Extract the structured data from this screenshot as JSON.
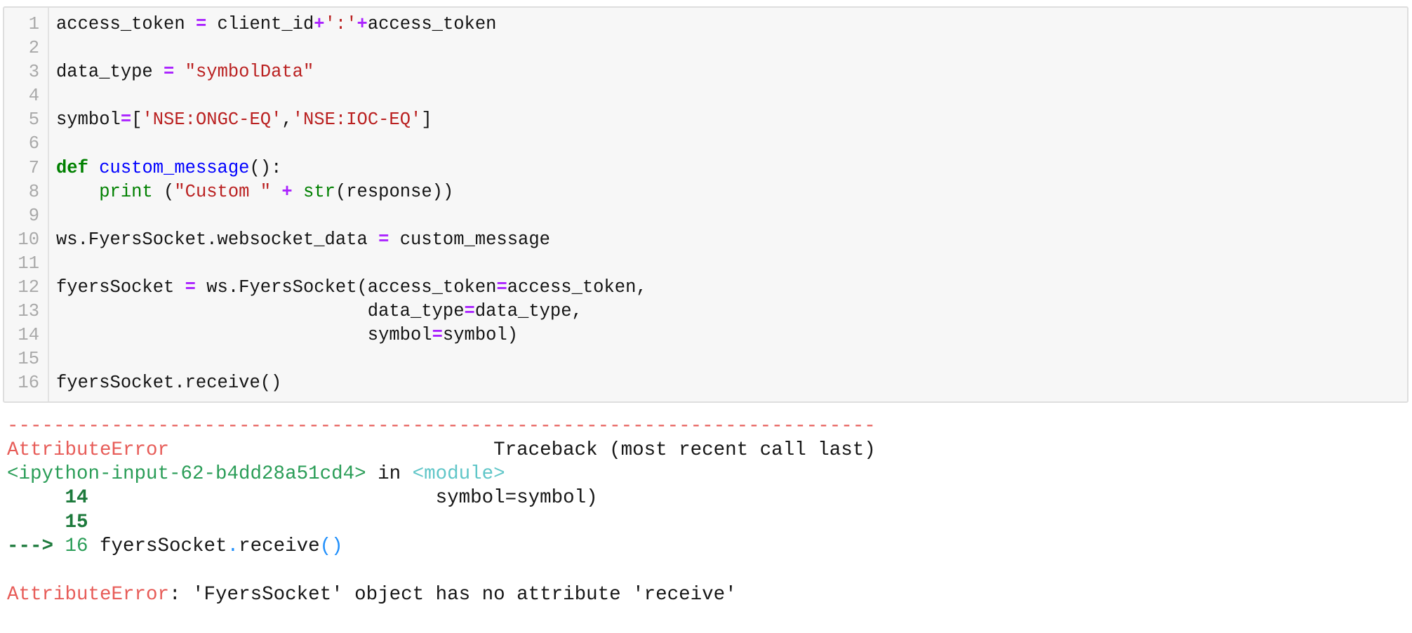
{
  "palette": {
    "cellBg": "#f7f7f7",
    "cellBorder": "#dedede",
    "gutterBorder": "#e3e3e3",
    "gutterText": "#a9a9a9",
    "codeText": "#141414",
    "op": "#aa22ff",
    "str": "#ba2121",
    "kw": "#008000",
    "fn": "#0000ff",
    "builtin": "#008000",
    "ansiRed": "#e75c58",
    "ansiGreen": "#2a9d57",
    "ansiGreenBold": "#1d7a3c",
    "ansiCyan": "#60c6c8",
    "ansiBlue": "#208ffb",
    "outputText": "#161616",
    "pageBg": "#ffffff"
  },
  "cell": {
    "lines": [
      {
        "n": "1",
        "segments": [
          [
            "plain",
            "access_token "
          ],
          [
            "op",
            "="
          ],
          [
            "plain",
            " client_id"
          ],
          [
            "op",
            "+"
          ],
          [
            "str",
            "':'"
          ],
          [
            "op",
            "+"
          ],
          [
            "plain",
            "access_token"
          ]
        ]
      },
      {
        "n": "2",
        "segments": []
      },
      {
        "n": "3",
        "segments": [
          [
            "plain",
            "data_type "
          ],
          [
            "op",
            "="
          ],
          [
            "plain",
            " "
          ],
          [
            "str",
            "\"symbolData\""
          ]
        ]
      },
      {
        "n": "4",
        "segments": []
      },
      {
        "n": "5",
        "segments": [
          [
            "plain",
            "symbol"
          ],
          [
            "op",
            "="
          ],
          [
            "plain",
            "["
          ],
          [
            "str",
            "'NSE:ONGC-EQ'"
          ],
          [
            "plain",
            ","
          ],
          [
            "str",
            "'NSE:IOC-EQ'"
          ],
          [
            "plain",
            "]"
          ]
        ]
      },
      {
        "n": "6",
        "segments": []
      },
      {
        "n": "7",
        "segments": [
          [
            "kw",
            "def"
          ],
          [
            "plain",
            " "
          ],
          [
            "fn",
            "custom_message"
          ],
          [
            "plain",
            "():"
          ]
        ]
      },
      {
        "n": "8",
        "segments": [
          [
            "plain",
            "    "
          ],
          [
            "builtin",
            "print"
          ],
          [
            "plain",
            " ("
          ],
          [
            "str",
            "\"Custom \""
          ],
          [
            "plain",
            " "
          ],
          [
            "op",
            "+"
          ],
          [
            "plain",
            " "
          ],
          [
            "builtin",
            "str"
          ],
          [
            "plain",
            "(response))"
          ]
        ]
      },
      {
        "n": "9",
        "segments": []
      },
      {
        "n": "10",
        "segments": [
          [
            "plain",
            "ws.FyersSocket.websocket_data "
          ],
          [
            "op",
            "="
          ],
          [
            "plain",
            " custom_message"
          ]
        ]
      },
      {
        "n": "11",
        "segments": []
      },
      {
        "n": "12",
        "segments": [
          [
            "plain",
            "fyersSocket "
          ],
          [
            "op",
            "="
          ],
          [
            "plain",
            " ws.FyersSocket(access_token"
          ],
          [
            "op",
            "="
          ],
          [
            "plain",
            "access_token,"
          ]
        ]
      },
      {
        "n": "13",
        "segments": [
          [
            "plain",
            "                             data_type"
          ],
          [
            "op",
            "="
          ],
          [
            "plain",
            "data_type,"
          ]
        ]
      },
      {
        "n": "14",
        "segments": [
          [
            "plain",
            "                             symbol"
          ],
          [
            "op",
            "="
          ],
          [
            "plain",
            "symbol)"
          ]
        ]
      },
      {
        "n": "15",
        "segments": []
      },
      {
        "n": "16",
        "segments": [
          [
            "plain",
            "fyersSocket.receive()"
          ]
        ]
      }
    ]
  },
  "output": {
    "lines": [
      {
        "segments": [
          [
            "red",
            "---------------------------------------------------------------------------"
          ]
        ]
      },
      {
        "segments": [
          [
            "red",
            "AttributeError"
          ],
          [
            "text",
            "                            Traceback (most recent call last)"
          ]
        ]
      },
      {
        "segments": [
          [
            "green",
            "<ipython-input-62-b4dd28a51cd4>"
          ],
          [
            "text",
            " in "
          ],
          [
            "cyan",
            "<module>"
          ]
        ]
      },
      {
        "segments": [
          [
            "greenb",
            "     14"
          ],
          [
            "text",
            "                              symbol=symbol)"
          ]
        ]
      },
      {
        "segments": [
          [
            "greenb",
            "     15"
          ],
          [
            "text",
            " "
          ]
        ]
      },
      {
        "segments": [
          [
            "greenb",
            "---> "
          ],
          [
            "green",
            "16"
          ],
          [
            "text",
            " fyersSocket"
          ],
          [
            "blue",
            "."
          ],
          [
            "text",
            "receive"
          ],
          [
            "blue",
            "()"
          ]
        ]
      },
      {
        "segments": []
      },
      {
        "segments": [
          [
            "red",
            "AttributeError"
          ],
          [
            "text",
            ": 'FyersSocket' object has no attribute 'receive'"
          ]
        ]
      }
    ]
  }
}
